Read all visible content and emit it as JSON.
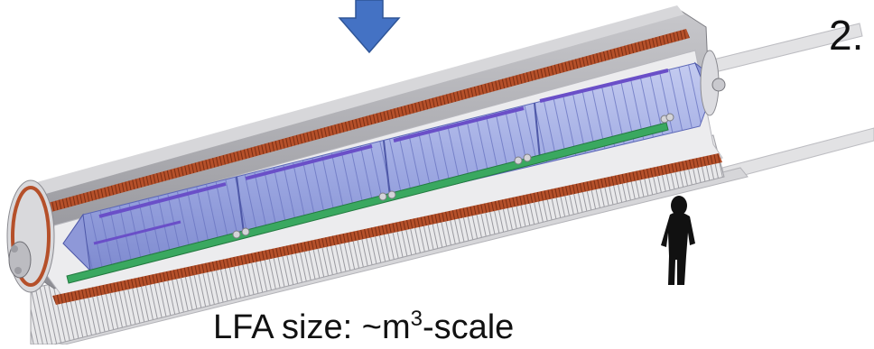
{
  "figure": {
    "step_number": "2.",
    "caption_prefix": "LFA size: ~m",
    "caption_superscript": "3",
    "caption_suffix": "-scale"
  },
  "colors": {
    "arrow_fill": "#4472c4",
    "arrow_stroke": "#2f5597",
    "outer_shell": "#a8a8ad",
    "copper_coil": "#b5502a",
    "drift_chamber": "#9aa6e0",
    "purple_strip": "#6a4fc8",
    "green_bar": "#3aa860",
    "person": "#111111"
  },
  "icons": {
    "down_arrow": "arrow-down-icon",
    "human_scale": "person-silhouette-icon"
  }
}
